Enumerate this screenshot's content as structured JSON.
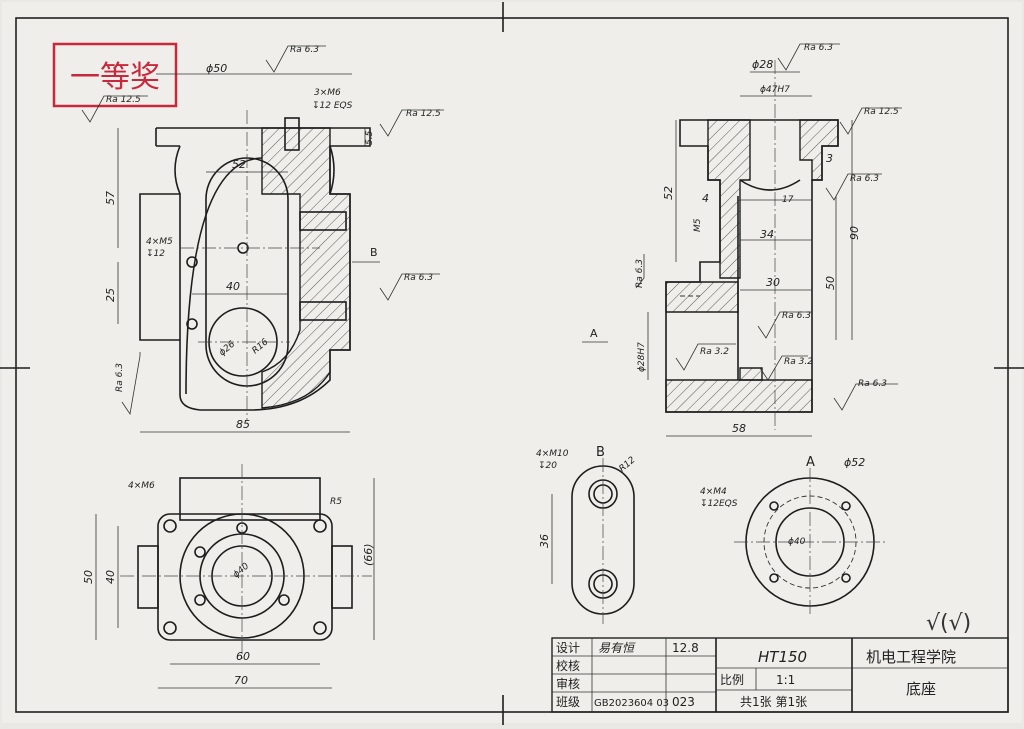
{
  "award_stamp": {
    "text": "一等奖",
    "color": "#c8283c"
  },
  "surface_marks": {
    "ra125_topleft": "Ra 12.5",
    "ra63_top": "Ra 6.3",
    "ra125_right": "Ra 12.5",
    "ra63_b": "Ra 6.3",
    "ra63_left": "Ra 6.3",
    "side_ra63_top": "Ra 6.3",
    "side_ra125": "Ra 12.5",
    "side_ra63_a": "Ra 6.3",
    "side_ra63_left": "Ra 6.3",
    "side_ra63_mid": "Ra 6.3",
    "side_ra32_a": "Ra 3.2",
    "side_ra32_b": "Ra 3.2",
    "side_ra63_bottom": "Ra 6.3"
  },
  "front_view": {
    "d50": "ϕ50",
    "thread_3xm6": "3×M6",
    "depth_12eqs": "↧12 EQS",
    "dim_55": "5.5",
    "dim_52": "52",
    "dim_57": "57",
    "holes_4xm5": "4×M5",
    "depth_12": "↧12",
    "dim_25": "25",
    "dim_40": "40",
    "r_inner": "ϕ26",
    "r_outer": "R16",
    "dim_85": "85",
    "view_b": "B"
  },
  "side_view": {
    "d28": "ϕ28",
    "d47h7": "ϕ47H7",
    "dim_52": "52",
    "dim_3": "3",
    "dim_4": "4",
    "dim_17": "17",
    "m5": "M5",
    "dim_34": "34",
    "dim_90": "90",
    "dim_30": "30",
    "dim_50": "50",
    "d28h7": "ϕ28H7",
    "dim_58": "58",
    "view_a": "A"
  },
  "top_view": {
    "holes_4xm6": "4×M6",
    "r5": "R5",
    "dim_66": "(66)",
    "dim_50": "50",
    "dim_40": "40",
    "d40": "ϕ40",
    "dim_60": "60",
    "dim_70": "70"
  },
  "view_b_detail": {
    "label": "B",
    "holes": "4×M10",
    "depth": "↧20",
    "r12": "R12",
    "dim_36": "36"
  },
  "view_a_detail": {
    "label": "A",
    "d52": "ϕ52",
    "holes": "4×M4",
    "depth": "↧12EQS",
    "d40": "ϕ40"
  },
  "general_roughness": "√(√)",
  "title_block": {
    "design_label": "设计",
    "designer": "易有恒",
    "design_date": "12.8",
    "check_label": "校核",
    "review_label": "审核",
    "class_label": "班级",
    "class_value": "GB2023604 03",
    "class_num": "023",
    "material": "HT150",
    "scale_label": "比例",
    "scale_value": "1:1",
    "sheets": "共1张 第1张",
    "school": "机电工程学院",
    "part_name": "底座"
  }
}
